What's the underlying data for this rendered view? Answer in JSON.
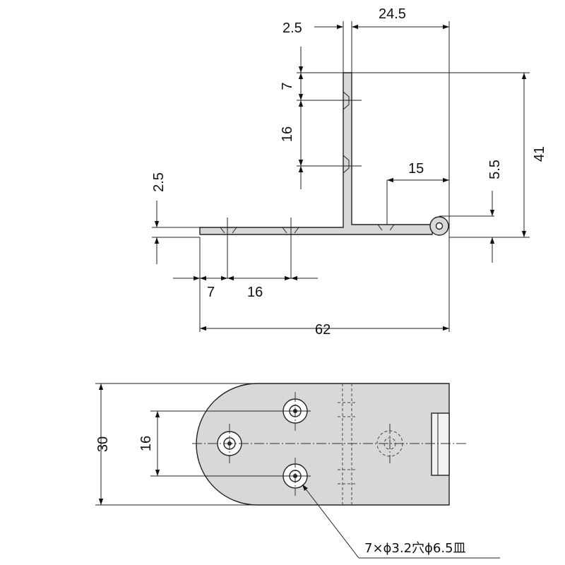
{
  "side_view": {
    "dims": {
      "thickness_top": "2.5",
      "width_top": "24.5",
      "upper_hole_offset": "7",
      "hole_pitch_vertical": "16",
      "height": "41",
      "hole_to_knuckle": "15",
      "knuckle_height": "5.5",
      "thickness_left": "2.5",
      "lower_hole_offset": "7",
      "hole_pitch_horizontal": "16",
      "total_length": "62"
    }
  },
  "plan_view": {
    "dims": {
      "width": "30",
      "hole_pitch": "16"
    },
    "note": "7×ϕ3.2穴ϕ6.5皿"
  }
}
